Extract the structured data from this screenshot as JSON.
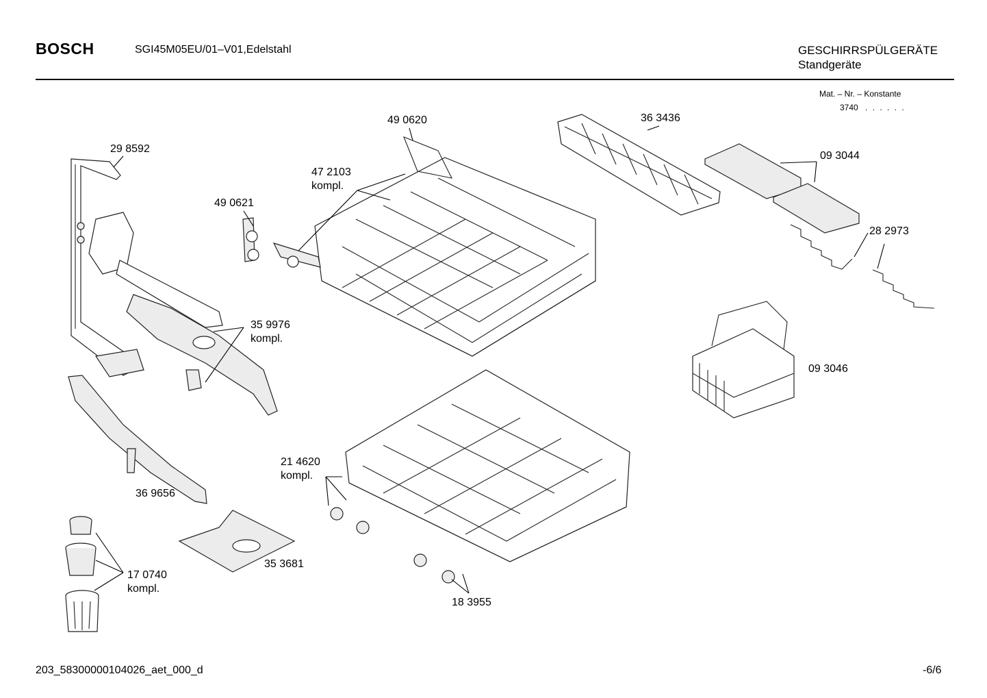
{
  "header": {
    "brand": "BOSCH",
    "model": "SGI45M05EU/01–V01,Edelstahl",
    "category": "GESCHIRRSPÜLGERÄTE",
    "subcategory": "Standgeräte"
  },
  "mat": {
    "label": "Mat. – Nr. – Konstante",
    "value": "3740",
    "dots": ". .   . . . ."
  },
  "parts": [
    {
      "id": "p298592",
      "number": "29 8592",
      "suffix": ""
    },
    {
      "id": "p490620",
      "number": "49 0620",
      "suffix": ""
    },
    {
      "id": "p472103",
      "number": "47 2103",
      "suffix": "kompl."
    },
    {
      "id": "p490621",
      "number": "49 0621",
      "suffix": ""
    },
    {
      "id": "p363436",
      "number": "36 3436",
      "suffix": ""
    },
    {
      "id": "p093044",
      "number": "09 3044",
      "suffix": ""
    },
    {
      "id": "p282973",
      "number": "28 2973",
      "suffix": ""
    },
    {
      "id": "p359976",
      "number": "35 9976",
      "suffix": "kompl."
    },
    {
      "id": "p093046",
      "number": "09 3046",
      "suffix": ""
    },
    {
      "id": "p214620",
      "number": "21 4620",
      "suffix": "kompl."
    },
    {
      "id": "p369656",
      "number": "36 9656",
      "suffix": ""
    },
    {
      "id": "p353681",
      "number": "35 3681",
      "suffix": ""
    },
    {
      "id": "p170740",
      "number": "17 0740",
      "suffix": "kompl."
    },
    {
      "id": "p183955",
      "number": "18 3955",
      "suffix": ""
    }
  ],
  "footer": {
    "doc_id": "203_58300000104026_aet_000_d",
    "page": "-6/6"
  }
}
